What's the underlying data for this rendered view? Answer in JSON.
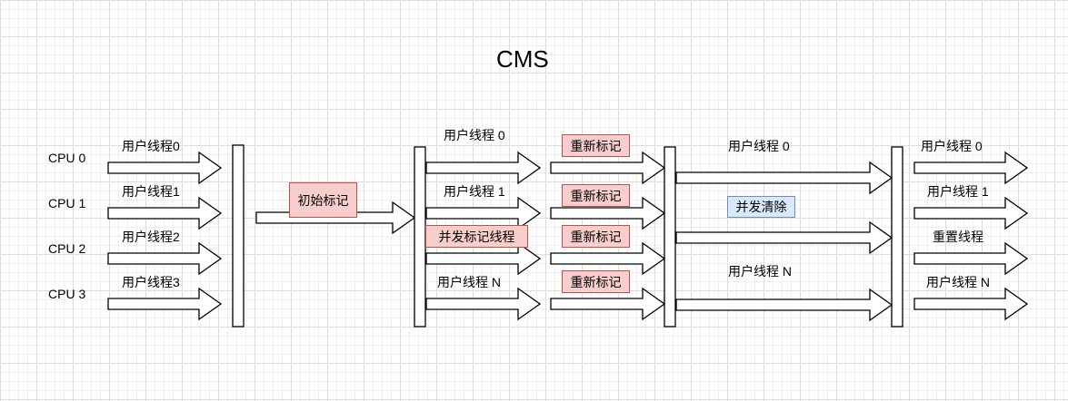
{
  "title": "CMS",
  "cpus": [
    "CPU 0",
    "CPU 1",
    "CPU 2",
    "CPU 3"
  ],
  "stage1_threads": [
    "用户线程0",
    "用户线程1",
    "用户线程2",
    "用户线程3"
  ],
  "initial_mark": "初始标记",
  "stage2_top_thread": "用户线程 0",
  "stage2_thread_1": "用户线程 1",
  "concurrent_mark": "并发标记线程",
  "stage2_thread_n": "用户线程 N",
  "remark": [
    "重新标记",
    "重新标记",
    "重新标记",
    "重新标记"
  ],
  "stage3_thread_0": "用户线程 0",
  "concurrent_sweep": "并发清除",
  "stage3_thread_n": "用户线程 N",
  "stage4_threads": [
    "用户线程 0",
    "用户线程 1",
    "重置线程",
    "用户线程 N"
  ],
  "colors": {
    "pink_fill": "#f8cecc",
    "pink_border": "#b85450",
    "blue_fill": "#dae8fc",
    "blue_border": "#6c8ebf"
  }
}
